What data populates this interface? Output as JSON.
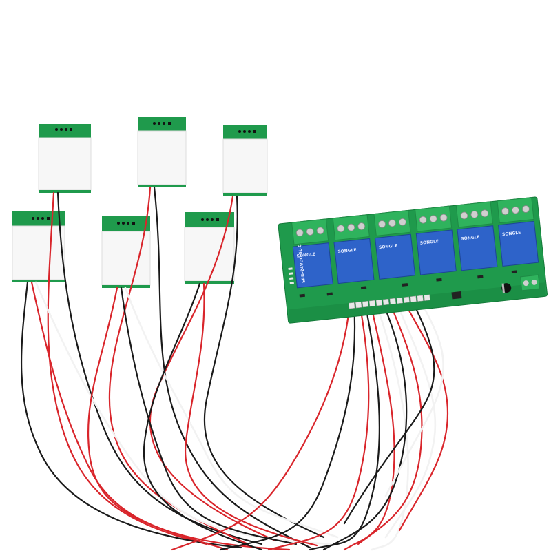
{
  "scene": {
    "subject": "touch-sensor-relay-kit",
    "colors": {
      "background": "#ffffff",
      "pcb_green": "#1f9a4c",
      "pcb_green_dark": "#157a3a",
      "terminal_green": "#2fb35d",
      "relay_blue": "#2e63c9",
      "wire_red": "#d9252b",
      "wire_black": "#1a1a1a",
      "wire_white": "#f2f2f2"
    }
  },
  "relay_board": {
    "relay_label": "SRD-24VDC-SL-C",
    "brand": "SONGLE"
  }
}
